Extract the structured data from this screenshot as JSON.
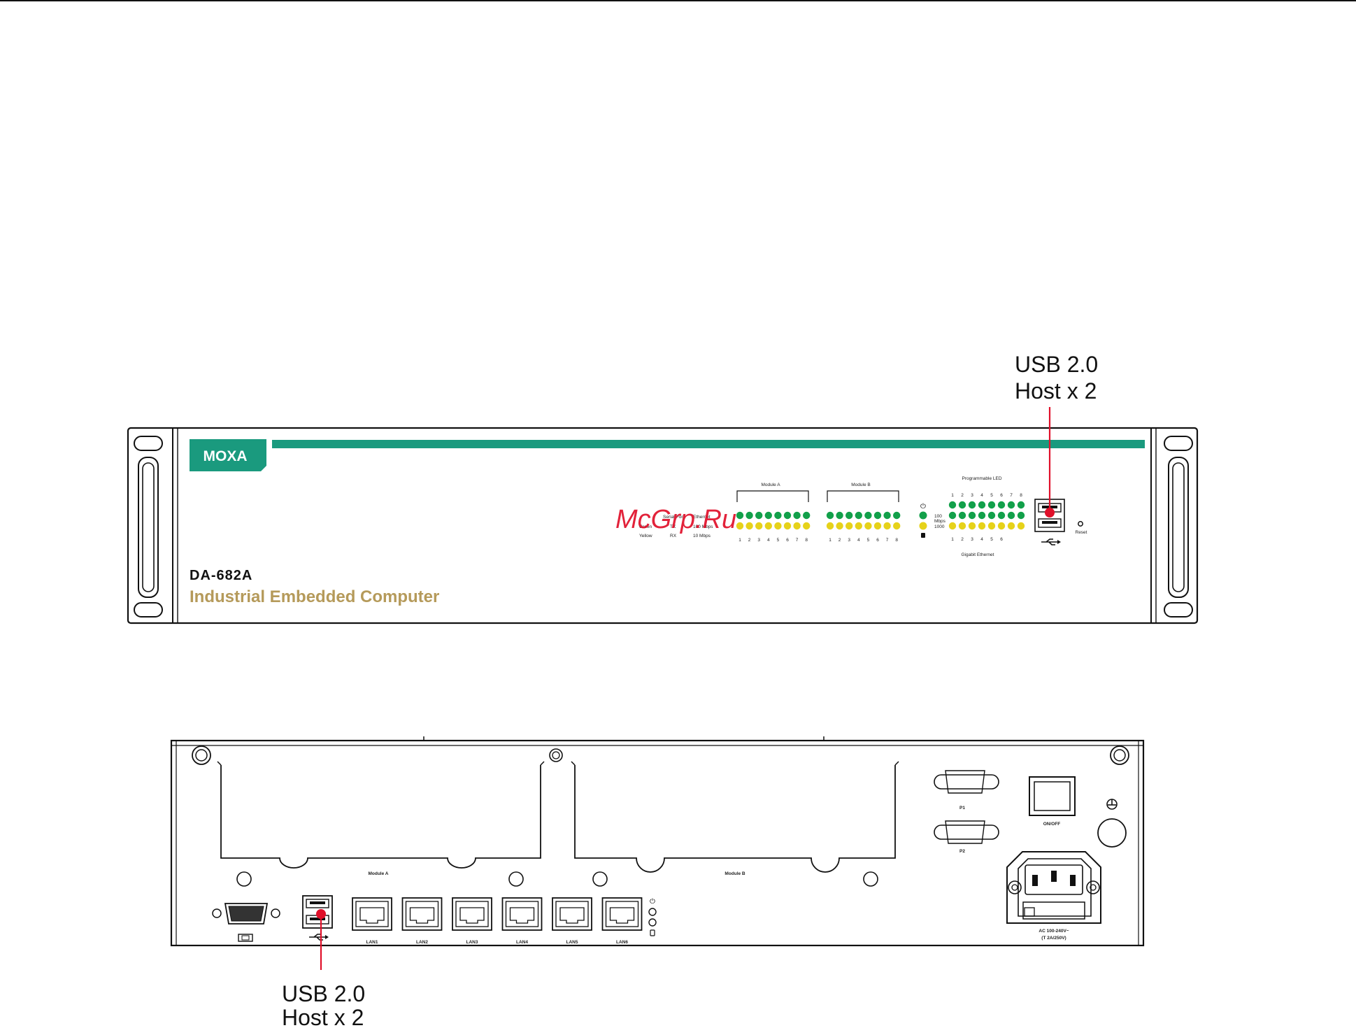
{
  "callouts": {
    "front_usb_line1": "USB 2.0",
    "front_usb_line2": "Host x 2",
    "rear_usb_line1": "USB 2.0",
    "rear_usb_line2": "Host x 2"
  },
  "front_panel": {
    "brand": "MOXA",
    "model": "DA-682A",
    "product_name": "Industrial Embedded Computer",
    "watermark": "McGrp.Ru",
    "module_a_label": "Module A",
    "module_b_label": "Module B",
    "programmable_led_label": "Programmable LED",
    "gigabit_ethernet_label": "Gigabit Ethernet",
    "reset_label": "Reset",
    "legend": {
      "green": "Green",
      "yellow": "Yellow",
      "serial_port": "Serial Port",
      "tx": "TX",
      "rx": "RX",
      "ethernet": "Ethernet",
      "mbps_100": "100 Mbps",
      "mbps_10": "10 Mbps",
      "ge_100": "100",
      "ge_mbps": "Mbps",
      "ge_1000": "1000"
    },
    "module_port_numbers": [
      "1",
      "2",
      "3",
      "4",
      "5",
      "6",
      "7",
      "8"
    ],
    "programmable_numbers": [
      "1",
      "2",
      "3",
      "4",
      "5",
      "6",
      "7",
      "8"
    ],
    "gigabit_numbers": [
      "1",
      "2",
      "3",
      "4",
      "5",
      "6"
    ],
    "colors": {
      "brand_green": "#1a9a7e",
      "led_green": "#12a04a",
      "led_yellow": "#e6d21a",
      "product_gold": "#b59a5a",
      "callout_red": "#e0102a"
    }
  },
  "rear_panel": {
    "module_a_label": "Module A",
    "module_b_label": "Module B",
    "lan_labels": [
      "LAN1",
      "LAN2",
      "LAN3",
      "LAN4",
      "LAN5",
      "LAN6"
    ],
    "p1_label": "P1",
    "p2_label": "P2",
    "switch_label": "ON/OFF",
    "power_label_line1": "AC 100-240V~",
    "power_label_line2": "(T 2A/250V)"
  }
}
